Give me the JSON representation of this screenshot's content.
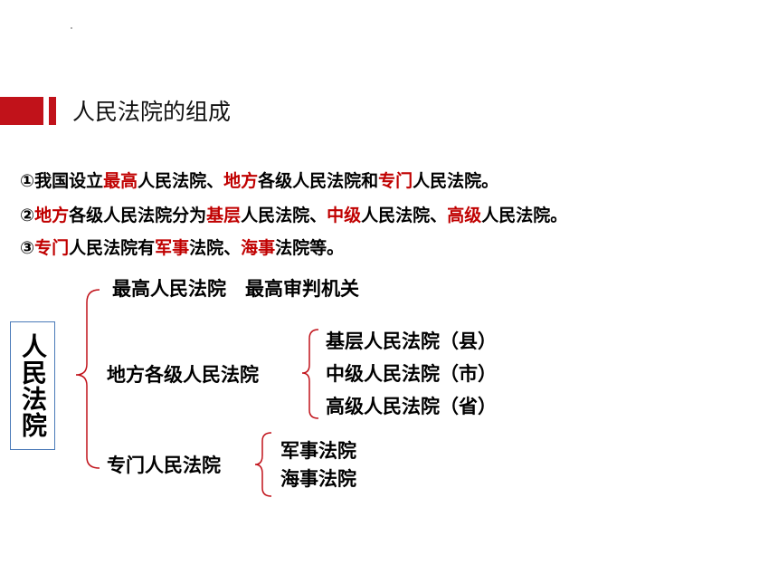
{
  "section_title": "人民法院的组成",
  "lines": [
    [
      {
        "t": "①我国设立",
        "red": false
      },
      {
        "t": "最高",
        "red": true
      },
      {
        "t": "人民法院、",
        "red": false
      },
      {
        "t": "地方",
        "red": true
      },
      {
        "t": "各级人民法院和",
        "red": false
      },
      {
        "t": "专门",
        "red": true
      },
      {
        "t": "人民法院。",
        "red": false
      }
    ],
    [
      {
        "t": "②",
        "red": false
      },
      {
        "t": "地方",
        "red": true
      },
      {
        "t": "各级人民法院分为",
        "red": false
      },
      {
        "t": "基层",
        "red": true
      },
      {
        "t": "人民法院、",
        "red": false
      },
      {
        "t": "中级",
        "red": true
      },
      {
        "t": "人民法院、",
        "red": false
      },
      {
        "t": "高级",
        "red": true
      },
      {
        "t": "人民法院。",
        "red": false
      }
    ],
    [
      {
        "t": "③",
        "red": false
      },
      {
        "t": "专门",
        "red": true
      },
      {
        "t": "人民法院有",
        "red": false
      },
      {
        "t": "军事",
        "red": true
      },
      {
        "t": "法院、",
        "red": false
      },
      {
        "t": "海事",
        "red": true
      },
      {
        "t": "法院等。",
        "red": false
      }
    ]
  ],
  "diagram": {
    "root": "人民法院",
    "supreme": "最高人民法院　最高审判机关",
    "local": "地方各级人民法院",
    "local_children": [
      "基层人民法院（县）",
      "中级人民法院（市）",
      "高级人民法院（省）"
    ],
    "special": "专门人民法院",
    "special_children": [
      "军事法院",
      "海事法院"
    ]
  },
  "colors": {
    "accent": "#c1121a",
    "highlight": "#c00000",
    "box_border": "#4a7ab8"
  }
}
